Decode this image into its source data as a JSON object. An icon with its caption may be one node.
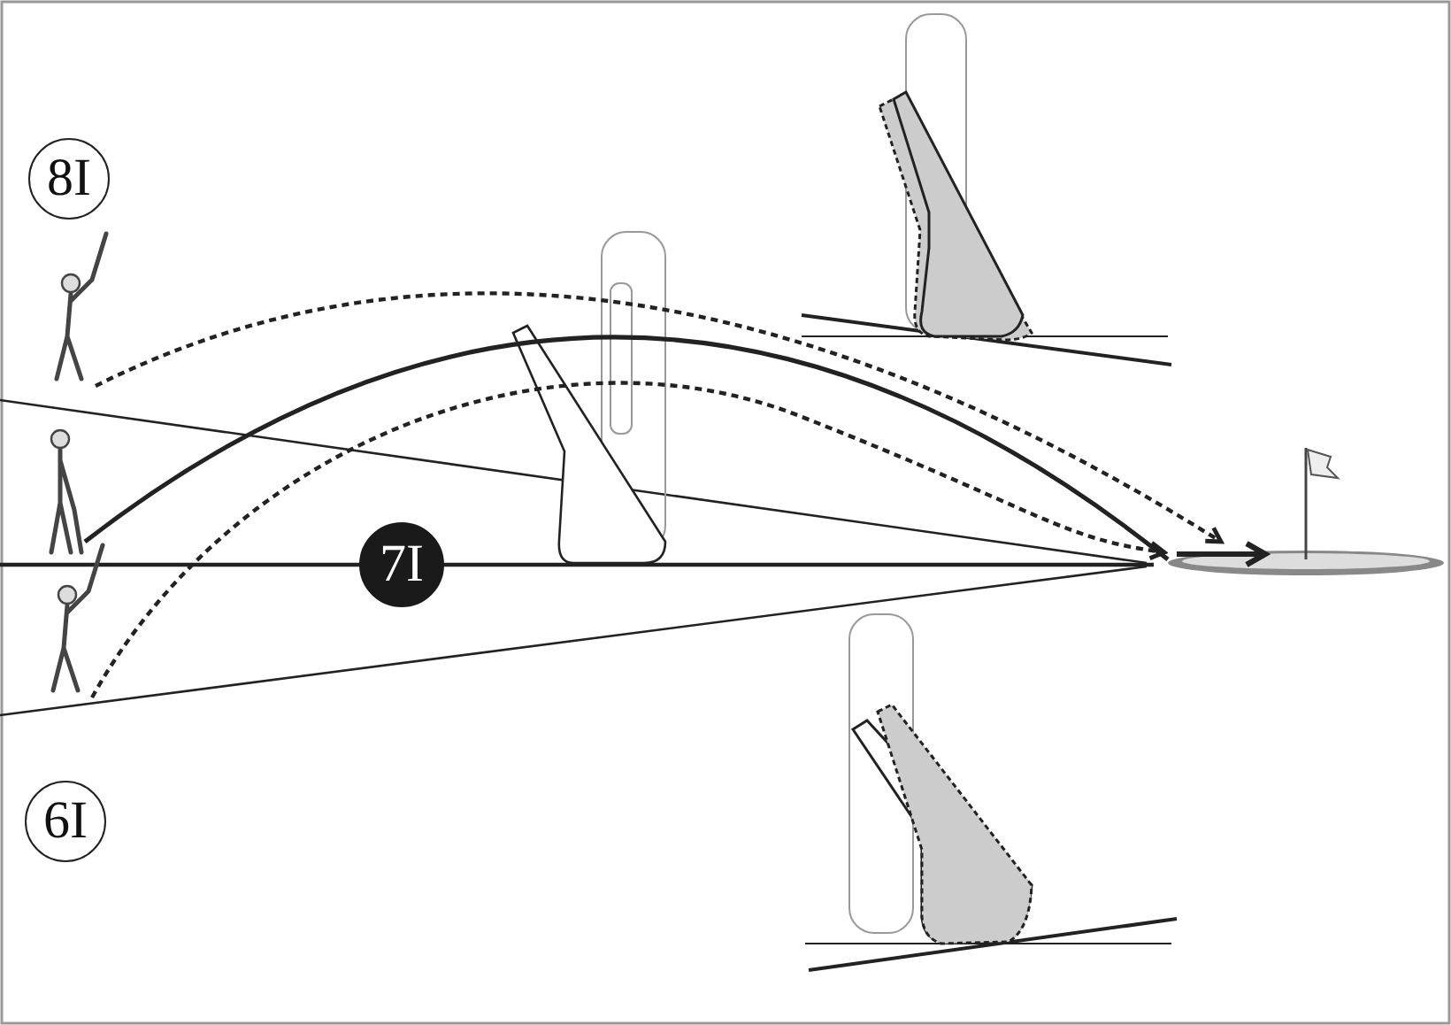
{
  "diagram": {
    "nodes": [
      {
        "text": [
          "8I"
        ]
      },
      {
        "text": [
          "7I"
        ]
      },
      {
        "text": [
          "6I"
        ]
      },
      {
        "text": [],
        "shape": "person"
      },
      {
        "text": [],
        "shape": "person"
      },
      {
        "text": [],
        "shape": "person"
      },
      {
        "text": [],
        "shape": "picture"
      }
    ],
    "edges": [
      {
        "from": 3,
        "to": 6,
        "arrow": "to",
        "style": "dashed"
      },
      {
        "from": 4,
        "to": 6,
        "arrow": "none"
      },
      {
        "from": 5,
        "to": 6,
        "arrow": "to",
        "style": "dashed"
      }
    ]
  }
}
